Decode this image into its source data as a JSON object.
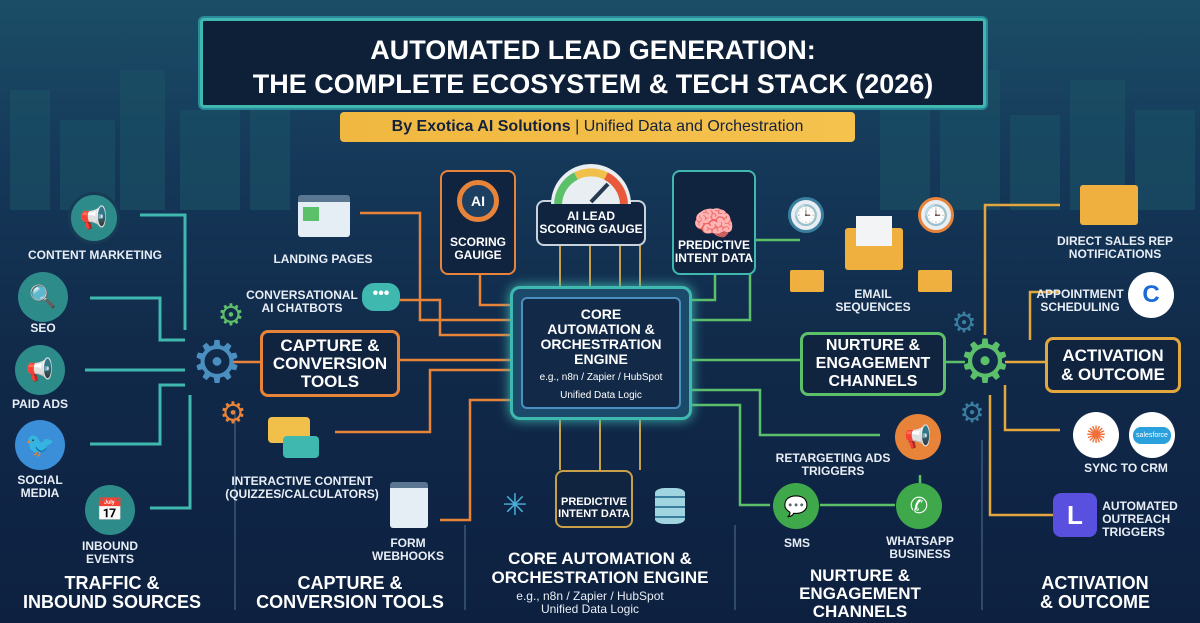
{
  "header": {
    "title_line1": "AUTOMATED LEAD GENERATION:",
    "title_line2": "THE COMPLETE ECOSYSTEM & TECH STACK (2026)",
    "subtitle_brand": "By Exotica AI Solutions",
    "subtitle_rest": " | Unified Data and Orchestration"
  },
  "traffic": {
    "items": [
      {
        "label": "CONTENT MARKETING",
        "icon": "megaphone-icon"
      },
      {
        "label": "SEO",
        "icon": "magnifier-icon"
      },
      {
        "label": "PAID ADS",
        "icon": "megaphone-icon"
      },
      {
        "label": "SOCIAL",
        "label2": "MEDIA",
        "icon": "twitter-bird-icon"
      },
      {
        "label": "INBOUND",
        "label2": "EVENTS",
        "icon": "calendar-icon"
      }
    ],
    "section_line1": "TRAFFIC &",
    "section_line2": "INBOUND SOURCES"
  },
  "capture": {
    "box_line1": "CAPTURE &",
    "box_line2": "CONVERSION",
    "box_line3": "TOOLS",
    "landing": "LANDING PAGES",
    "chatbots_1": "CONVERSATIONAL",
    "chatbots_2": "AI CHATBOTS",
    "interactive_1": "INTERACTIVE CONTENT",
    "interactive_2": "(QUIZZES/CALCULATORS)",
    "form_1": "FORM",
    "form_2": "WEBHOOKS",
    "section_line1": "CAPTURE &",
    "section_line2": "CONVERSION TOOLS"
  },
  "core": {
    "ai_badge": "AI",
    "scoring_1": "SCORING",
    "scoring_2": "GAUIGE",
    "gauge_1": "AI LEAD",
    "gauge_2": "SCORING GAUGE",
    "intent_1": "PREDICTIVE",
    "intent_2": "INTENT DATA",
    "chip_1": "CORE",
    "chip_2": "AUTOMATION &",
    "chip_3": "ORCHESTRATION",
    "chip_4": "ENGINE",
    "chip_5": "e.g., n8n / Zapier / HubSpot",
    "chip_6": "Unified Data Logic",
    "bottom_intent_1": "PREDICTIVE",
    "bottom_intent_2": "INTENT DATA",
    "section_line1": "CORE AUTOMATION &",
    "section_line2": "ORCHESTRATION ENGINE",
    "section_line3": "e.g., n8n / Zapier / HubSpot",
    "section_line4": "Unified Data Logic"
  },
  "nurture": {
    "email_1": "EMAIL",
    "email_2": "SEQUENCES",
    "box_1": "NURTURE &",
    "box_2": "ENGAGEMENT",
    "box_3": "CHANNELS",
    "retarget_1": "RETARGETING ADS",
    "retarget_2": "TRIGGERS",
    "sms": "SMS",
    "whatsapp_1": "WHATSAPP",
    "whatsapp_2": "BUSINESS",
    "section_line1": "NURTURE &",
    "section_line2": "ENGAGEMENT",
    "section_line3": "CHANNELS"
  },
  "activation": {
    "direct_1": "DIRECT SALES REP",
    "direct_2": "NOTIFICATIONS",
    "appt_1": "APPOINTMENT",
    "appt_2": "SCHEDULING",
    "box_1": "ACTIVATION",
    "box_2": "& OUTCOME",
    "crm": "SYNC TO CRM",
    "salesforce": "salesforce",
    "outreach_1": "AUTOMATED",
    "outreach_2": "OUTREACH",
    "outreach_3": "TRIGGERS",
    "section_line1": "ACTIVATION",
    "section_line2": "& OUTCOME"
  },
  "colors": {
    "orange": "#e8843a",
    "teal": "#3fb8b0",
    "green": "#5cbf6a",
    "gold": "#e3a83d",
    "navy": "#10233f"
  }
}
